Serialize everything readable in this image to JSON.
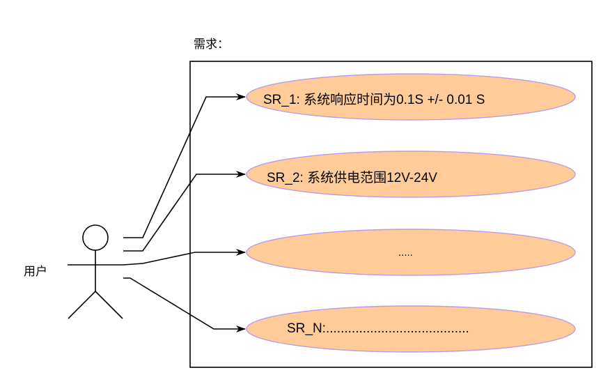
{
  "system_label": "需求：",
  "actor": {
    "name": "用户"
  },
  "use_cases": [
    {
      "label": "SR_1: 系统响应时间为0.1S +/- 0.01 S"
    },
    {
      "label": "SR_2: 系统供电范围12V-24V"
    },
    {
      "label": "....."
    },
    {
      "label": "SR_N:......................................."
    }
  ],
  "colors": {
    "ellipse_fill": "#FFCC99",
    "ellipse_stroke": "#B89BE8",
    "line": "#000000",
    "background": "#FFFFFF"
  }
}
